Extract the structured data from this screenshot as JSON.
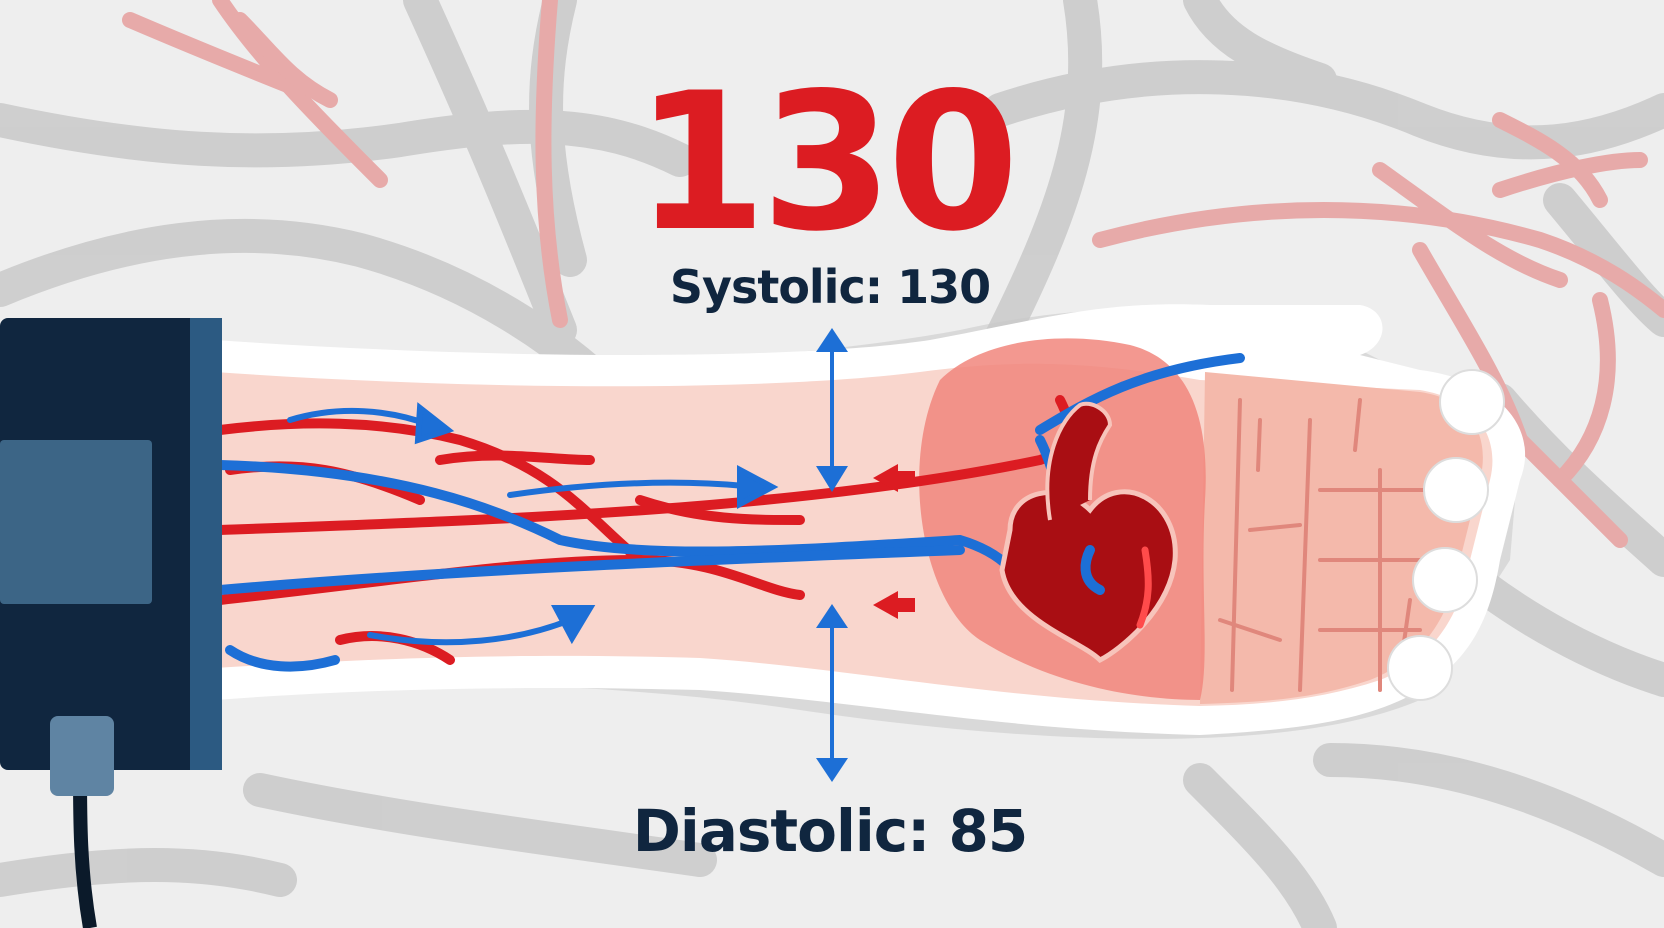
{
  "reading": {
    "value": "130",
    "systolic_label": "Systolic: 130",
    "diastolic_label": "Diastolic: 85"
  },
  "colors": {
    "artery": "#dc1c22",
    "vein": "#1d6fd6",
    "heart": "#a90e13",
    "cuff": "#10263f",
    "background_vessels_gray": "#c8c8c8",
    "background_vessels_pink": "#e8a7a6",
    "skin": "#f7d1c8"
  },
  "icons": [
    "blood-pressure-cuff-icon",
    "heart-icon",
    "arm-icon",
    "up-down-arrow-icon"
  ]
}
